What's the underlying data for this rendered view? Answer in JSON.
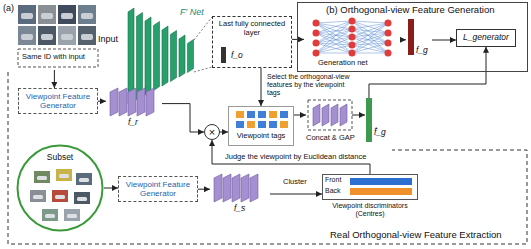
{
  "diagram": {
    "nodes": [
      {
        "text": [
          "Input",
          "Same ID with input"
        ]
      },
      {
        "text": [
          "F′ Net"
        ]
      },
      {
        "text": [
          "Last fully connected layer",
          "f_o"
        ]
      },
      {
        "text": [
          "(b) Orthogonal-view Feature Generation"
        ]
      },
      {
        "text": [
          "Generation net"
        ],
        "in": 3
      },
      {
        "text": [
          "f_g"
        ],
        "in": 3
      },
      {
        "text": [
          "L_generator"
        ],
        "in": 3
      },
      {
        "text": [
          "Viewpoint Feature Generator"
        ]
      },
      {
        "text": [
          "f_r"
        ]
      },
      {
        "text": [
          "×"
        ]
      },
      {
        "text": [
          "Viewpoint tags"
        ]
      },
      {
        "text": [
          "Concat & GAP",
          "f̂_g"
        ]
      },
      {
        "text": [
          "Subset"
        ]
      },
      {
        "text": [
          "Viewpoint Feature Generator"
        ]
      },
      {
        "text": [
          "f_s"
        ]
      },
      {
        "text": [
          "Front",
          "Back",
          "Viewpoint discriminators (Centres)"
        ]
      }
    ],
    "edges": [
      {
        "from": 0,
        "to": 7,
        "arrow": "to"
      },
      {
        "from": 2,
        "to": 4,
        "arrow": "to"
      },
      {
        "from": 4,
        "to": 5,
        "arrow": "to"
      },
      {
        "from": 5,
        "to": 6,
        "arrow": "to"
      },
      {
        "from": 2,
        "to": 10,
        "arrow": "to",
        "label": "Select the orthogonal-view features by the viewpoint tags"
      },
      {
        "from": 7,
        "to": 8,
        "arrow": "to"
      },
      {
        "from": 8,
        "to": 9,
        "arrow": "to"
      },
      {
        "from": 9,
        "to": 10,
        "arrow": "to"
      },
      {
        "from": 10,
        "to": 11,
        "arrow": "to"
      },
      {
        "from": 11,
        "to": 6,
        "arrow": "to"
      },
      {
        "from": 12,
        "to": 13,
        "arrow": "to"
      },
      {
        "from": 13,
        "to": 14,
        "arrow": "to"
      },
      {
        "from": 14,
        "to": 15,
        "arrow": "to",
        "label": "Cluster"
      },
      {
        "from": 15,
        "to": 9,
        "arrow": "to",
        "label": "Judge the viewpoint by Euclidean distance"
      }
    ],
    "labels": [
      "(a)",
      "Real Orthogonal-view Feature Extraction"
    ]
  }
}
